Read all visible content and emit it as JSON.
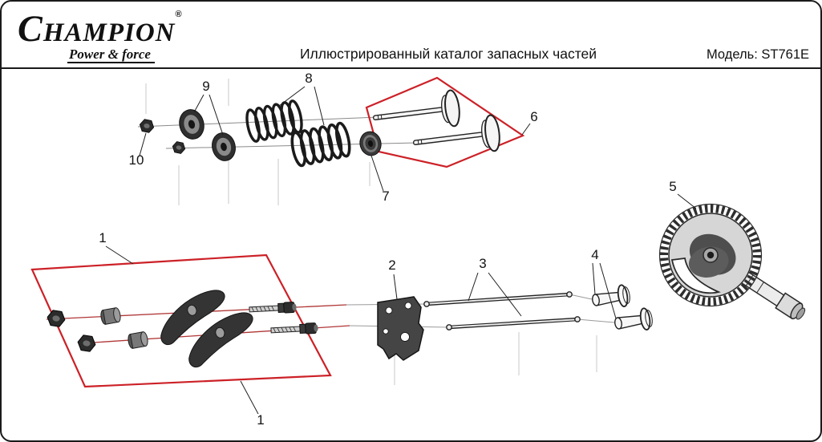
{
  "header": {
    "brand": "CHAMPION",
    "registered_mark": "®",
    "tagline": "Power & force",
    "title": "Иллюстрированный каталог запасных частей",
    "model_label": "Модель: ST761E"
  },
  "diagram": {
    "colors": {
      "highlight_red": "#cc2127",
      "axis_red": "#b03636"
    },
    "callouts": [
      {
        "label": "1"
      },
      {
        "label": "1"
      },
      {
        "label": "2"
      },
      {
        "label": "3"
      },
      {
        "label": "4"
      },
      {
        "label": "5"
      },
      {
        "label": "6"
      },
      {
        "label": "7"
      },
      {
        "label": "8"
      },
      {
        "label": "9"
      },
      {
        "label": "10"
      }
    ]
  }
}
